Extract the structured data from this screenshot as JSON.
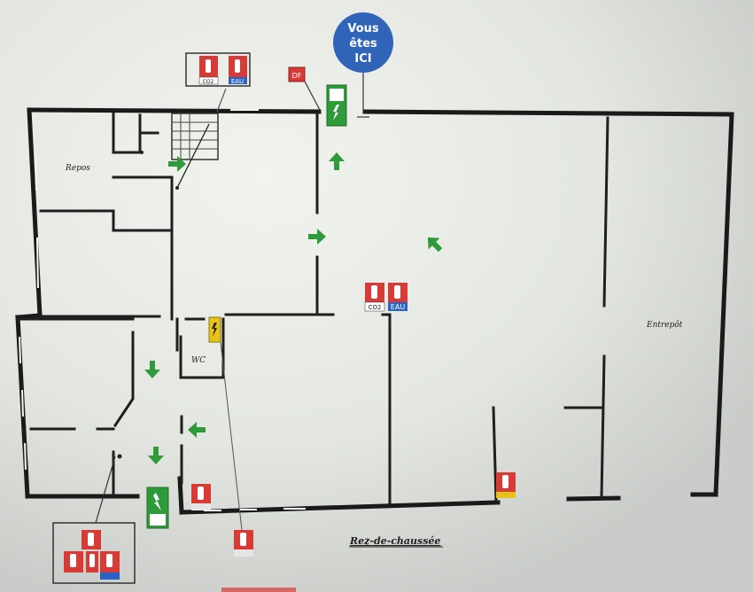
{
  "you_are_here": {
    "line1": "Vous",
    "line2": "êtes",
    "line3": "ICI"
  },
  "rooms": {
    "repos": "Repos",
    "wc": "WC",
    "entrepot": "Entrepôt"
  },
  "floor_label": "Rez-de-chaussée",
  "markers": {
    "df": "DF",
    "co2": "CO2",
    "eau": "EAU"
  },
  "colors": {
    "wall": "#1a1a1a",
    "arrow_green": "#2e9a3a",
    "extinguisher_red": "#d83a36",
    "you_are_here_blue": "#2f64b8",
    "water_blue": "#2a63c4",
    "emergency_yellow": "#e7c21a",
    "background": "#d9dcd8"
  },
  "icons": [
    "you-are-here-marker",
    "emergency-exit-sign",
    "evacuation-arrow",
    "fire-extinguisher",
    "desenfumage-marker",
    "emergency-light"
  ]
}
